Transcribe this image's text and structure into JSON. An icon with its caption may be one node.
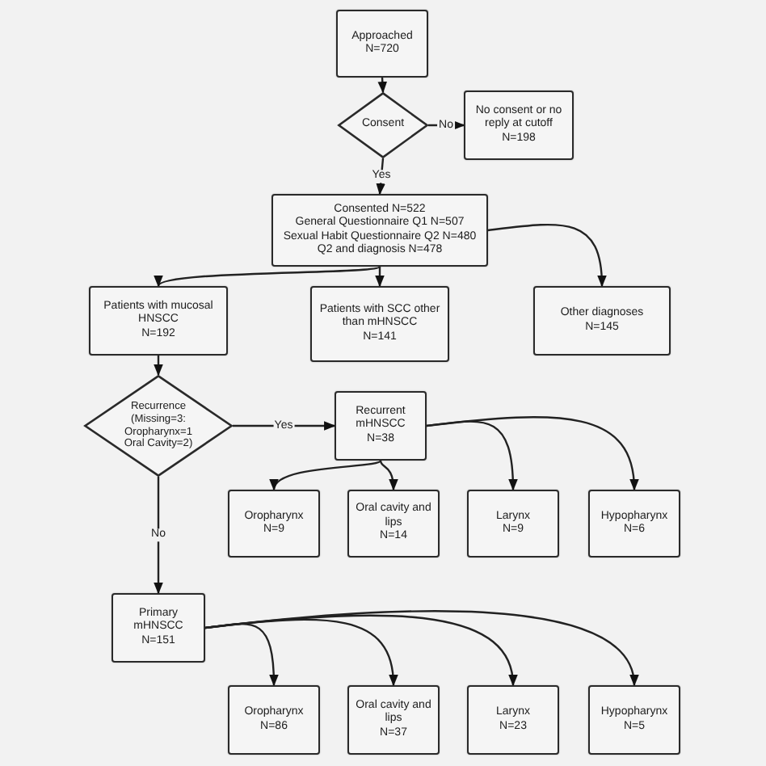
{
  "diagram": {
    "nodes": [
      {
        "text": [
          "Approached",
          "N=720"
        ]
      },
      {
        "text": [
          "Consent"
        ]
      },
      {
        "text": [
          "No consent  or no reply at cutoff",
          "N=198"
        ]
      },
      {
        "text": [
          "Consented  N=522",
          "General Questionnaire Q1 N=507",
          "Sexual Habit Questionnaire Q2 N=480",
          "Q2 and diagnosis N=478"
        ]
      },
      {
        "text": [
          "Patients with mucosal HNSCC",
          "N=192"
        ]
      },
      {
        "text": [
          "Patients with SCC other than mHNSCC",
          "N=141"
        ]
      },
      {
        "text": [
          "Other diagnoses",
          "N=145"
        ]
      },
      {
        "text": [
          "Recurrence (Missing=3: Oropharynx=1 Oral Cavity=2)"
        ]
      },
      {
        "text": [
          "Recurrent mHNSCC",
          "N=38"
        ]
      },
      {
        "text": [
          "Oropharynx",
          "N=9"
        ]
      },
      {
        "text": [
          "Oral cavity and lips",
          "N=14"
        ]
      },
      {
        "text": [
          "Larynx",
          "N=9"
        ]
      },
      {
        "text": [
          "Hypopharynx",
          "N=6"
        ]
      },
      {
        "text": [
          "Primary mHNSCC",
          "N=151"
        ]
      },
      {
        "text": [
          "Oropharynx",
          "N=86"
        ]
      },
      {
        "text": [
          "Oral cavity and lips",
          "N=37"
        ]
      },
      {
        "text": [
          "Larynx",
          "N=23"
        ]
      },
      {
        "text": [
          "Hypopharynx",
          "N=5"
        ]
      }
    ],
    "edges": [
      {
        "from": 0,
        "to": 1,
        "arrow": "to"
      },
      {
        "from": 1,
        "to": 2,
        "arrow": "to",
        "label": "No"
      },
      {
        "from": 1,
        "to": 3,
        "arrow": "to",
        "label": "Yes"
      },
      {
        "from": 3,
        "to": 4,
        "arrow": "to"
      },
      {
        "from": 3,
        "to": 5,
        "arrow": "to"
      },
      {
        "from": 3,
        "to": 6,
        "arrow": "to"
      },
      {
        "from": 4,
        "to": 7,
        "arrow": "to"
      },
      {
        "from": 7,
        "to": 8,
        "arrow": "to",
        "label": "Yes"
      },
      {
        "from": 7,
        "to": 13,
        "arrow": "to",
        "label": "No"
      },
      {
        "from": 8,
        "to": 9,
        "arrow": "to"
      },
      {
        "from": 8,
        "to": 10,
        "arrow": "to"
      },
      {
        "from": 8,
        "to": 11,
        "arrow": "to"
      },
      {
        "from": 8,
        "to": 12,
        "arrow": "to"
      },
      {
        "from": 13,
        "to": 14,
        "arrow": "to"
      },
      {
        "from": 13,
        "to": 15,
        "arrow": "to"
      },
      {
        "from": 13,
        "to": 16,
        "arrow": "to"
      },
      {
        "from": 13,
        "to": 17,
        "arrow": "to"
      }
    ]
  }
}
